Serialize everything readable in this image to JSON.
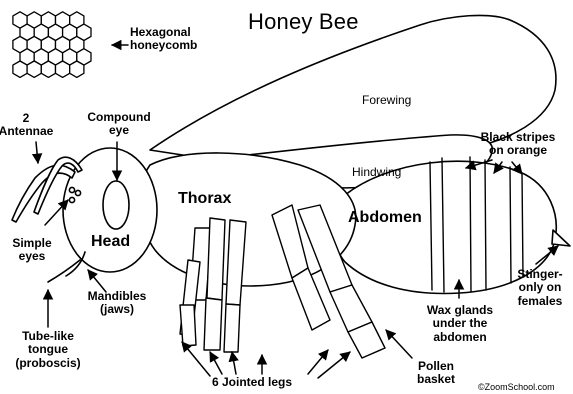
{
  "title": "Honey Bee",
  "labels": {
    "honeycomb": "Hexagonal\nhoneycomb",
    "antennae": "2\nAntennae",
    "compound_eye": "Compound\neye",
    "simple_eyes": "Simple\neyes",
    "head": "Head",
    "mandibles": "Mandibles\n(jaws)",
    "tongue": "Tube-like\ntongue\n(proboscis)",
    "thorax": "Thorax",
    "forewing": "Forewing",
    "hindwing": "Hindwing",
    "abdomen": "Abdomen",
    "black_stripes": "Black stripes\non orange",
    "stinger": "Stinger-\nonly on\nfemales",
    "wax_glands": "Wax glands\nunder the\nabdomen",
    "pollen_basket": "Pollen\nbasket",
    "jointed_legs": "6 Jointed legs",
    "credit": "©ZoomSchool.com"
  },
  "colors": {
    "ink": "#000000",
    "fill": "#ffffff"
  }
}
